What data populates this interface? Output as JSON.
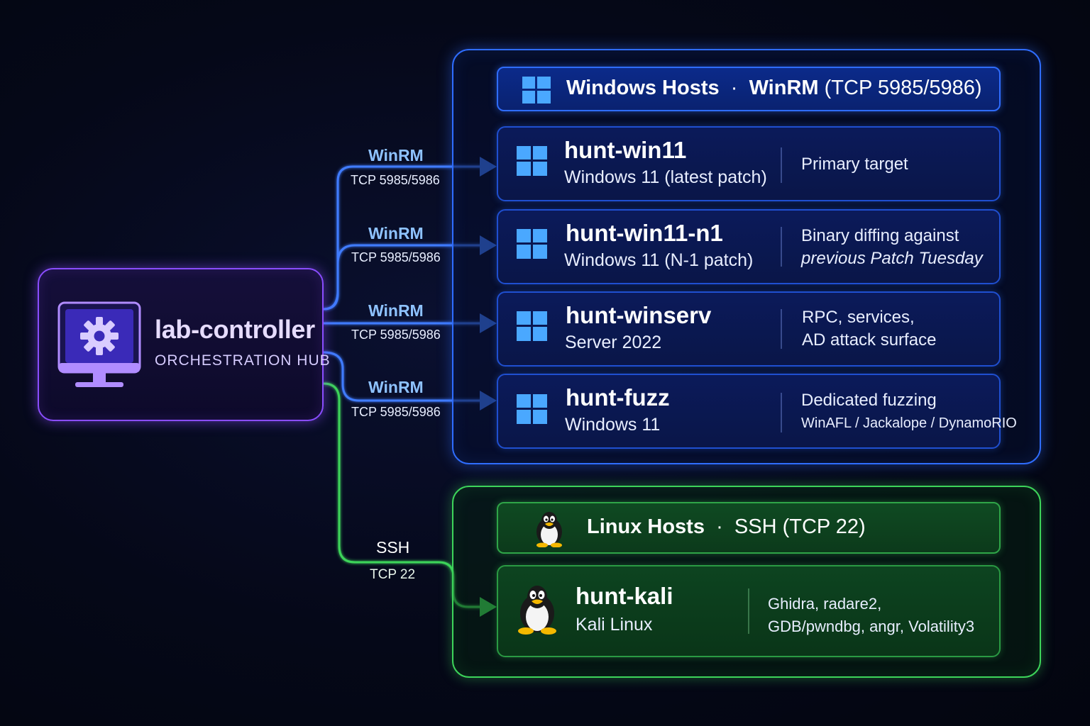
{
  "controller": {
    "name": "lab-controller",
    "role": "ORCHESTRATION HUB",
    "icon": "monitor-gear-icon"
  },
  "windows_group": {
    "title": "Windows Hosts",
    "separator": "·",
    "protocol": "WinRM",
    "ports": "(TCP 5985/5986)",
    "icon": "windows-logo-icon",
    "hosts": [
      {
        "name": "hunt-win11",
        "os": "Windows 11 (latest patch)",
        "note_line1": "Primary target",
        "note_line2": ""
      },
      {
        "name": "hunt-win11-n1",
        "os": "Windows 11 (N-1 patch)",
        "note_line1": "Binary diffing against",
        "note_line2": "previous Patch Tuesday"
      },
      {
        "name": "hunt-winserv",
        "os": "Server 2022",
        "note_line1": "RPC, services,",
        "note_line2": "AD attack surface"
      },
      {
        "name": "hunt-fuzz",
        "os": "Windows 11",
        "note_line1": "Dedicated fuzzing",
        "note_line2": "WinAFL / Jackalope / DynamoRIO"
      }
    ]
  },
  "linux_group": {
    "title": "Linux Hosts",
    "separator": "·",
    "protocol": "SSH",
    "ports": "(TCP 22)",
    "icon": "tux-penguin-icon",
    "hosts": [
      {
        "name": "hunt-kali",
        "os": "Kali Linux",
        "note_line1": "Ghidra, radare2,",
        "note_line2": "GDB/pwndbg, angr, Volatility3"
      }
    ]
  },
  "links": [
    {
      "protocol": "WinRM",
      "port": "TCP 5985/5986"
    },
    {
      "protocol": "WinRM",
      "port": "TCP 5985/5986"
    },
    {
      "protocol": "WinRM",
      "port": "TCP 5985/5986"
    },
    {
      "protocol": "WinRM",
      "port": "TCP 5985/5986"
    },
    {
      "protocol": "SSH",
      "port": "TCP 22"
    }
  ],
  "colors": {
    "controller": "#8a4dff",
    "windows": "#2f6dff",
    "linux": "#3dd45a",
    "background": "#050818"
  }
}
